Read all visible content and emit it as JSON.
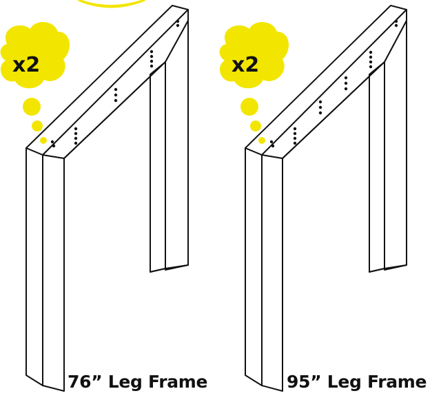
{
  "colors": {
    "bubble": "#f2e600",
    "ink": "#111111",
    "paper": "#ffffff"
  },
  "frames": [
    {
      "label": "76” Leg Frame",
      "quantity": "x2"
    },
    {
      "label": "95” Leg Frame",
      "quantity": "x2"
    }
  ]
}
